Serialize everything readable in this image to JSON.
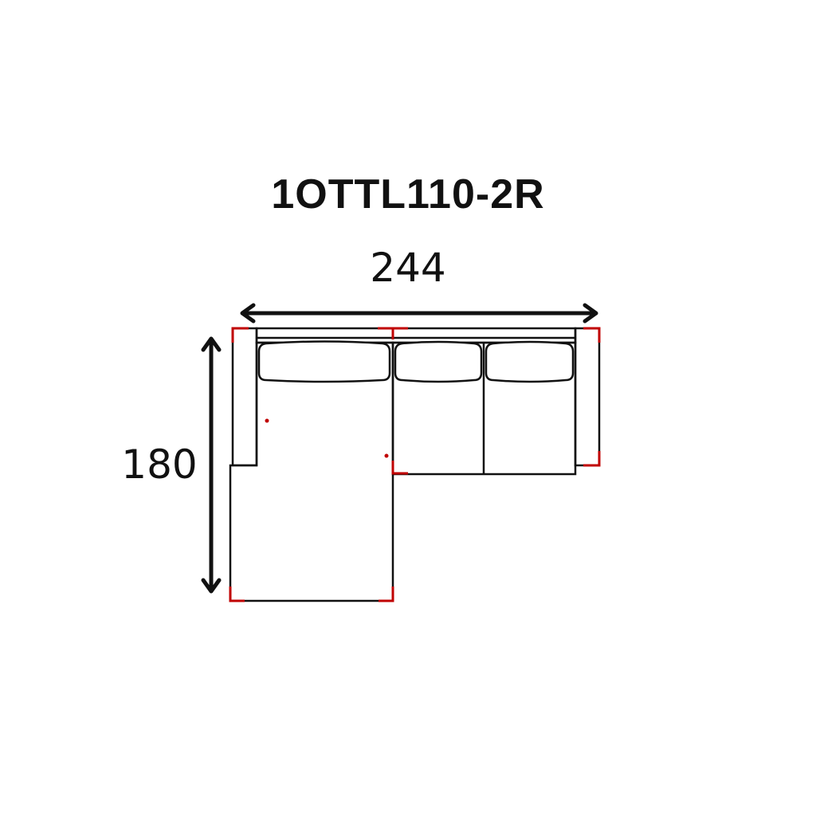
{
  "model": {
    "code": "1OTTL110-2R"
  },
  "dimensions": {
    "width": "244",
    "depth": "180"
  },
  "colors": {
    "outline": "#111111",
    "corner_marker": "#c00000",
    "background": "#ffffff"
  }
}
